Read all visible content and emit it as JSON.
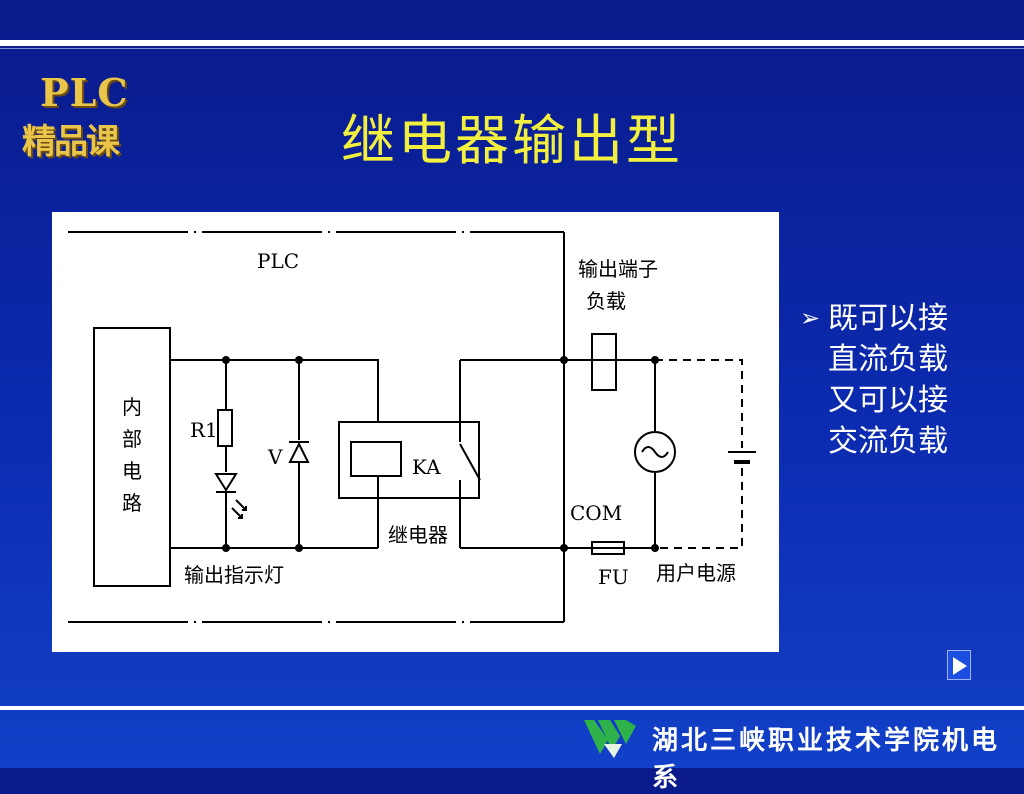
{
  "slide": {
    "title": "继电器输出型",
    "logo": {
      "line1": "PLC",
      "line2": "精品课"
    },
    "bullets": [
      "既可以接",
      "直流负载",
      "又可以接",
      "交流负载"
    ],
    "footer": "湖北三峡职业技术学院机电系"
  },
  "diagram": {
    "plc_label": "PLC",
    "internal_circuit": [
      "内",
      "部",
      "电",
      "路"
    ],
    "r1": "R1",
    "v": "V",
    "ka": "KA",
    "relay_label": "继电器",
    "output_indicator": "输出指示灯",
    "output_terminal": "输出端子",
    "load": "负载",
    "com": "COM",
    "fu": "FU",
    "user_power": "用户电源"
  },
  "colors": {
    "background": "#0b2bb0",
    "title": "#f3ef3f",
    "logo": "#e9c64a",
    "text": "#ffffff"
  }
}
